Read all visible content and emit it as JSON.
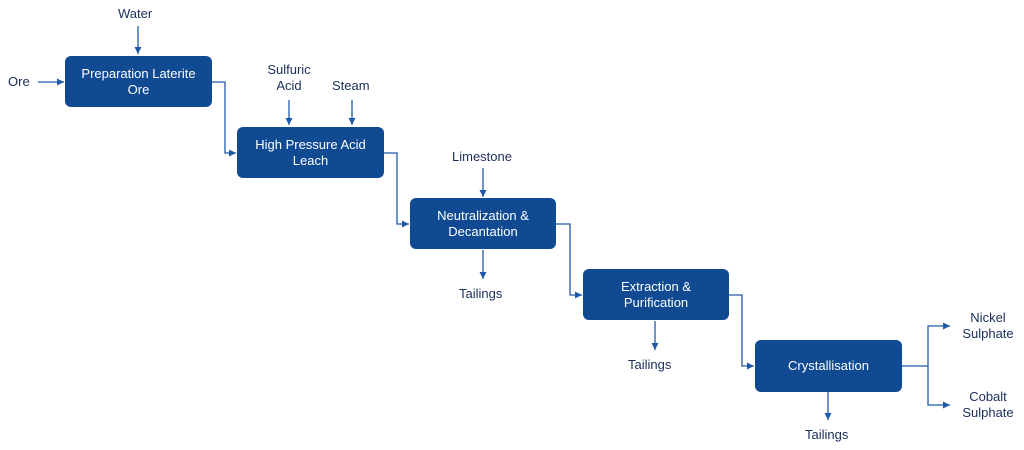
{
  "colors": {
    "process_fill": "#0f4a93",
    "connector": "#1f5aa6",
    "label_text": "#1a2f5a"
  },
  "inputs": {
    "water": "Water",
    "ore": "Ore",
    "sulfuric_acid_line1": "Sulfuric",
    "sulfuric_acid_line2": "Acid",
    "steam": "Steam",
    "limestone": "Limestone"
  },
  "steps": {
    "preparation": {
      "line1": "Preparation Laterite",
      "line2": "Ore"
    },
    "hpal": {
      "line1": "High Pressure Acid",
      "line2": "Leach"
    },
    "neutralization": {
      "line1": "Neutralization &",
      "line2": "Decantation"
    },
    "extraction": {
      "line1": "Extraction &",
      "line2": "Purification"
    },
    "crystallisation": {
      "line1": "Crystallisation"
    }
  },
  "outputs": {
    "tailings_1": "Tailings",
    "tailings_2": "Tailings",
    "tailings_3": "Tailings",
    "nickel_line1": "Nickel",
    "nickel_line2": "Sulphate",
    "cobalt_line1": "Cobalt",
    "cobalt_line2": "Sulphate"
  }
}
